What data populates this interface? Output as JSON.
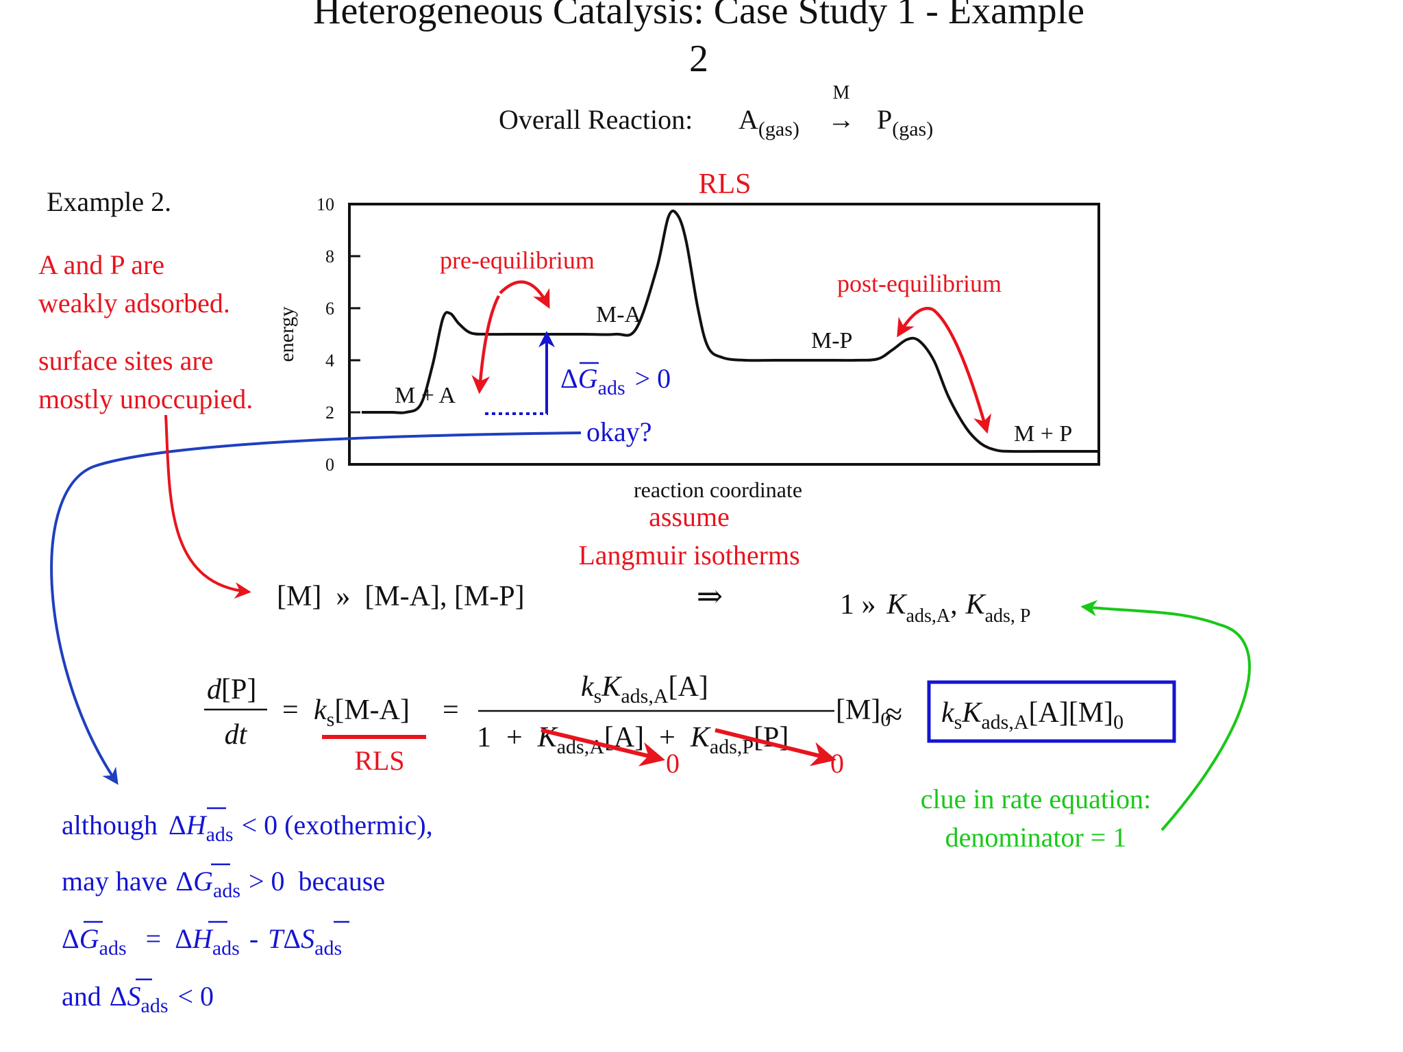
{
  "title": {
    "line1": "Heterogeneous Catalysis: Case Study 1 - Example",
    "line2": "2"
  },
  "overall": {
    "label": "Overall Reaction:",
    "reactant": "A",
    "reactant_sub": "(gas)",
    "catalyst": "M",
    "arrow": "→",
    "product": "P",
    "product_sub": "(gas)"
  },
  "example": {
    "heading": "Example 2.",
    "note1_l1": "A and P are",
    "note1_l2": "weakly adsorbed.",
    "note2_l1": "surface sites are",
    "note2_l2": "mostly unoccupied."
  },
  "chart_data": {
    "type": "line",
    "title": "",
    "xlabel": "reaction coordinate",
    "ylabel": "energy",
    "ylim": [
      0,
      10
    ],
    "yticks": [
      0,
      2,
      4,
      6,
      8,
      10
    ],
    "grid": false,
    "series": [
      {
        "x": [
          0,
          0.2,
          0.3,
          0.4,
          0.48,
          0.55,
          0.6,
          0.66,
          0.74,
          0.85,
          1,
          1.25,
          1.5,
          1.72,
          1.86,
          2.0,
          2.08,
          2.14,
          2.2,
          2.28,
          2.35,
          2.45,
          2.6,
          2.8,
          3.0,
          3.15,
          3.35,
          3.5,
          3.6,
          3.7,
          3.78,
          3.88,
          3.98,
          4.1,
          4.2,
          4.3,
          4.4,
          4.6,
          4.8,
          5.0
        ],
        "values": [
          2,
          2,
          2,
          2.3,
          3.8,
          5.6,
          5.8,
          5.4,
          5.05,
          5,
          5,
          5,
          5,
          5,
          5.2,
          7.5,
          9.5,
          9.6,
          8.6,
          6.0,
          4.5,
          4.1,
          4.0,
          4.0,
          4.0,
          4.0,
          4.0,
          4.05,
          4.4,
          4.8,
          4.75,
          4.0,
          2.6,
          1.4,
          0.8,
          0.55,
          0.5,
          0.5,
          0.5,
          0.5
        ]
      }
    ],
    "labels": {
      "start": "M + A",
      "intermediate1": "M-A",
      "intermediate2": "M-P",
      "end": "M + P"
    },
    "annotations": {
      "rls": "RLS",
      "pre": "pre-equilibrium",
      "post": "post-equilibrium",
      "dg_delta": "Δ",
      "dg_sym": "G",
      "dg_sub": "ads",
      "dg_rel": "> 0",
      "okay": "okay?"
    }
  },
  "assume": {
    "l1": "assume",
    "l2": "Langmuir isotherms"
  },
  "ineq": {
    "left": "[M]  »  [M-A], [M-P]",
    "implies": "⇒",
    "right_pre": "1 »",
    "K": "K",
    "sub_a": "ads,A",
    "comma": ",",
    "sub_p": "ads, P"
  },
  "rate": {
    "d": "d",
    "P": "[P]",
    "dt": "dt",
    "eq": "=",
    "k": "k",
    "ks_sub": "s",
    "MA": "[M-A]",
    "rls": "RLS",
    "num_K": "K",
    "num_sub": "ads,A",
    "num_A": "[A]",
    "den_one": "1",
    "plus": "+",
    "den_K": "K",
    "den_sub_a": "ads,A",
    "den_A": "[A]",
    "den_sub_p": "ads,P",
    "den_P": "[P]",
    "M0": "[M]",
    "M0_sub": "0",
    "zero": "0",
    "approx": "≈",
    "box_K": "K",
    "box_sub": "ads,A",
    "box_tail": "[A][M]",
    "box_zero": "0"
  },
  "clue": {
    "l1": "clue in rate equation:",
    "l2": "denominator = 1"
  },
  "blue_notes": {
    "although": "although",
    "delta": "Δ",
    "H": "H",
    "G": "G",
    "S": "S",
    "T": "T",
    "ads": "ads",
    "lt0_exo": "< 0 (exothermic),",
    "may_have": "may have",
    "gt0_because": "> 0  because",
    "eq": "=",
    "minus": "-",
    "and": "and",
    "lt0": "< 0"
  },
  "colors": {
    "red": "#e8141e",
    "blue": "#1414d2",
    "green": "#18c818",
    "curve_blue": "#1f3fbf",
    "black": "#111111"
  }
}
